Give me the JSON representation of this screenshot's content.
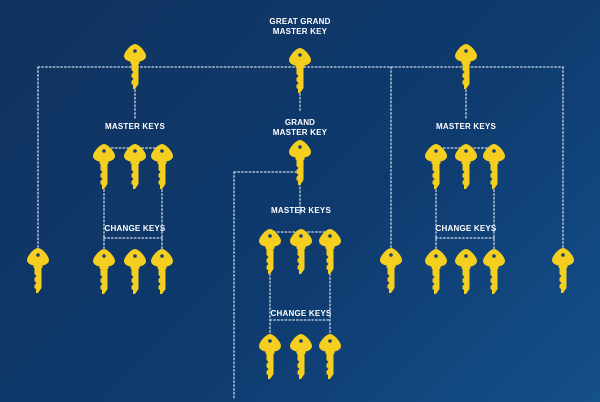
{
  "diagram": {
    "top_label_line1": "GREAT GRAND",
    "top_label_line2": "MASTER KEY",
    "center_label_line1": "GRAND",
    "center_label_line2": "MASTER KEY",
    "master_keys_label": "MASTER KEYS",
    "change_keys_label": "CHANGE KEYS",
    "key_color": "#f5cf1f",
    "key_hole_color": "#1b3f6e",
    "connector_color": "#c9d6e6",
    "key_icon": "key-icon"
  }
}
